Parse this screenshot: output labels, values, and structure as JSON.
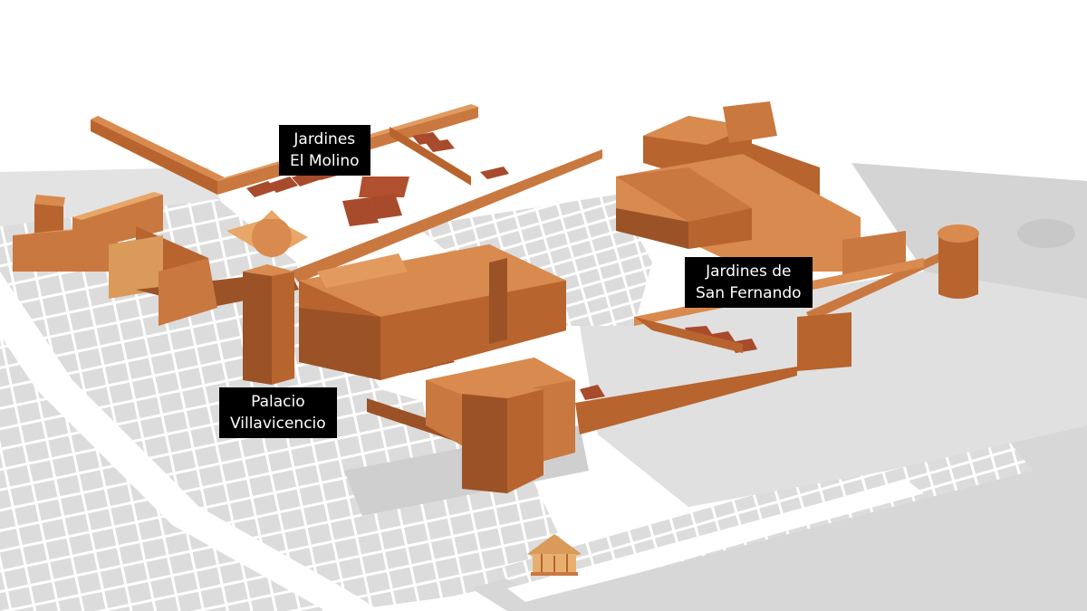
{
  "labels": {
    "molino": {
      "line1": "Jardines",
      "line2": "El Molino"
    },
    "sanfernando": {
      "line1": "Jardines de",
      "line2": "San Fernando"
    },
    "palacio": {
      "line1": "Palacio",
      "line2": "Villavicencio"
    }
  },
  "colors": {
    "background": "#ffffff",
    "map_ground": "#d9d9d9",
    "map_streets": "#ffffff",
    "building_top": "#d98a4e",
    "building_side": "#b8642e",
    "building_dark": "#8f4a22",
    "roof_tiles": "#a84a2c",
    "label_bg": "#000000",
    "label_text": "#ffffff"
  }
}
